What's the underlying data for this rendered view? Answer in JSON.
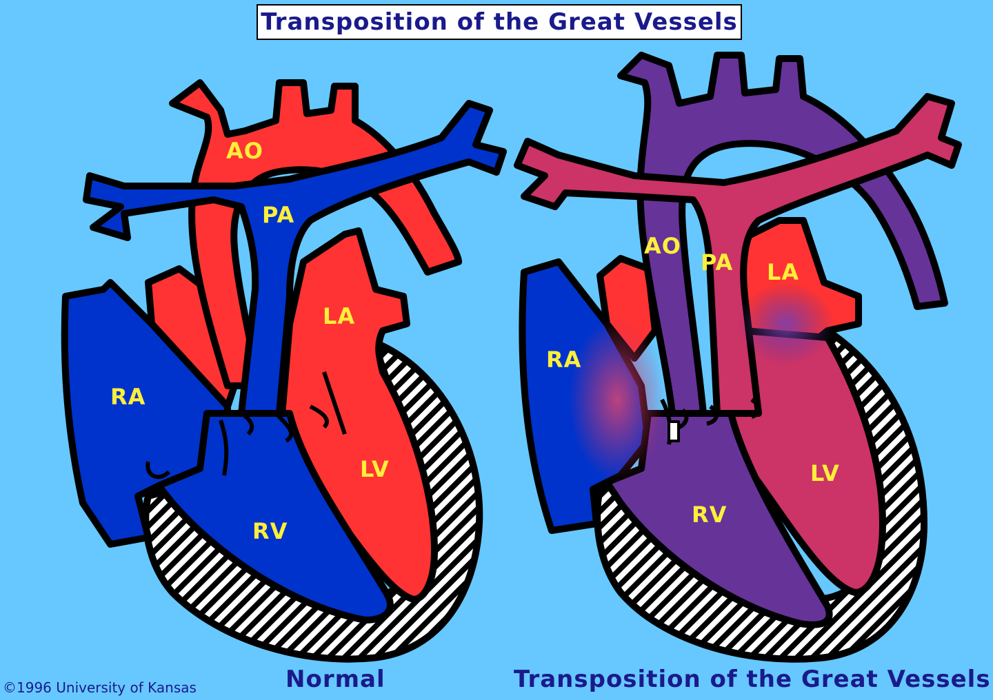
{
  "title": "Transposition of the Great Vessels",
  "colors": {
    "background": "#66c8ff",
    "oxygenated": "#ff3333",
    "deoxygenated": "#0033cc",
    "mixed_aorta": "#663399",
    "mixed_pa": "#cc3366",
    "label": "#ffef3a",
    "caption": "#1a1a8c"
  },
  "normal_heart": {
    "caption": "Normal",
    "labels": {
      "ao": "AO",
      "pa": "PA",
      "la": "LA",
      "ra": "RA",
      "lv": "LV",
      "rv": "RV"
    }
  },
  "tgv_heart": {
    "caption": "Transposition of the Great Vessels",
    "labels": {
      "ao": "AO",
      "pa": "PA",
      "la": "LA",
      "ra": "RA",
      "lv": "LV",
      "rv": "RV"
    }
  },
  "copyright": "©1996 University of Kansas"
}
